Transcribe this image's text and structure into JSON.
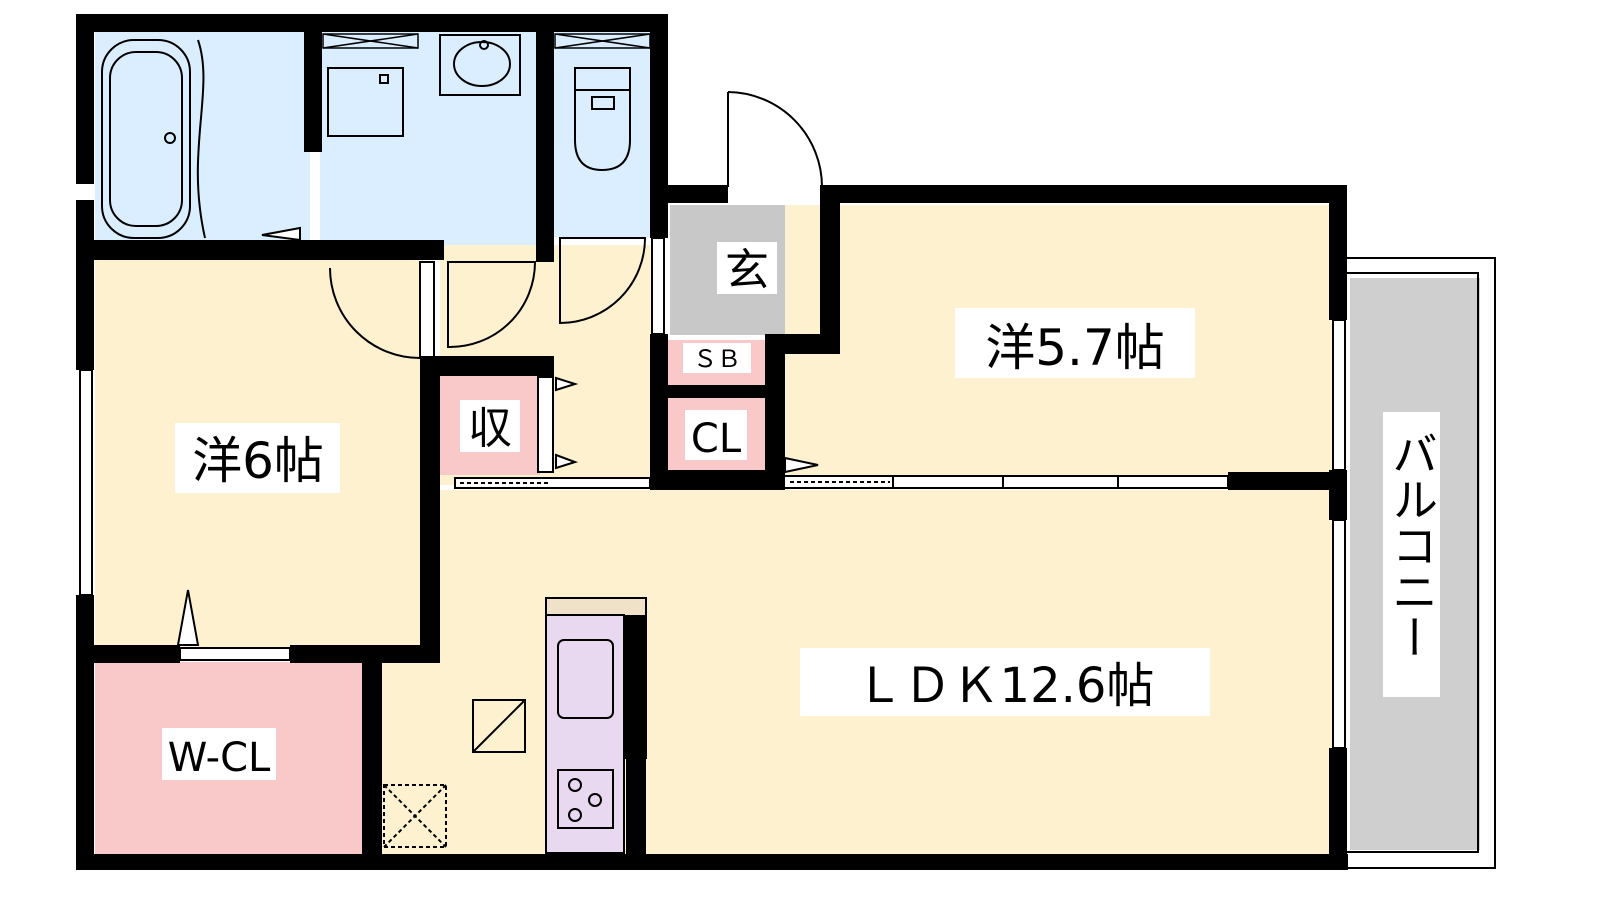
{
  "rooms": {
    "western_6": "洋6帖",
    "western_57": "洋5.7帖",
    "ldk": "ＬＤＫ12.6帖",
    "entrance": "玄",
    "storage": "収",
    "closet": "CL",
    "shoe_box": "ＳＢ",
    "walk_in_closet": "W-CL",
    "balcony": "バルコニー"
  },
  "colors": {
    "living": "#fdf1d0",
    "wet": "#dbeeff",
    "storage": "#f9c8c8",
    "entrance": "#c8c8c8",
    "balcony": "#cfcfcf",
    "kitchen": "#e8d8f0",
    "counter": "#f0e2c8",
    "wall": "#000000"
  }
}
